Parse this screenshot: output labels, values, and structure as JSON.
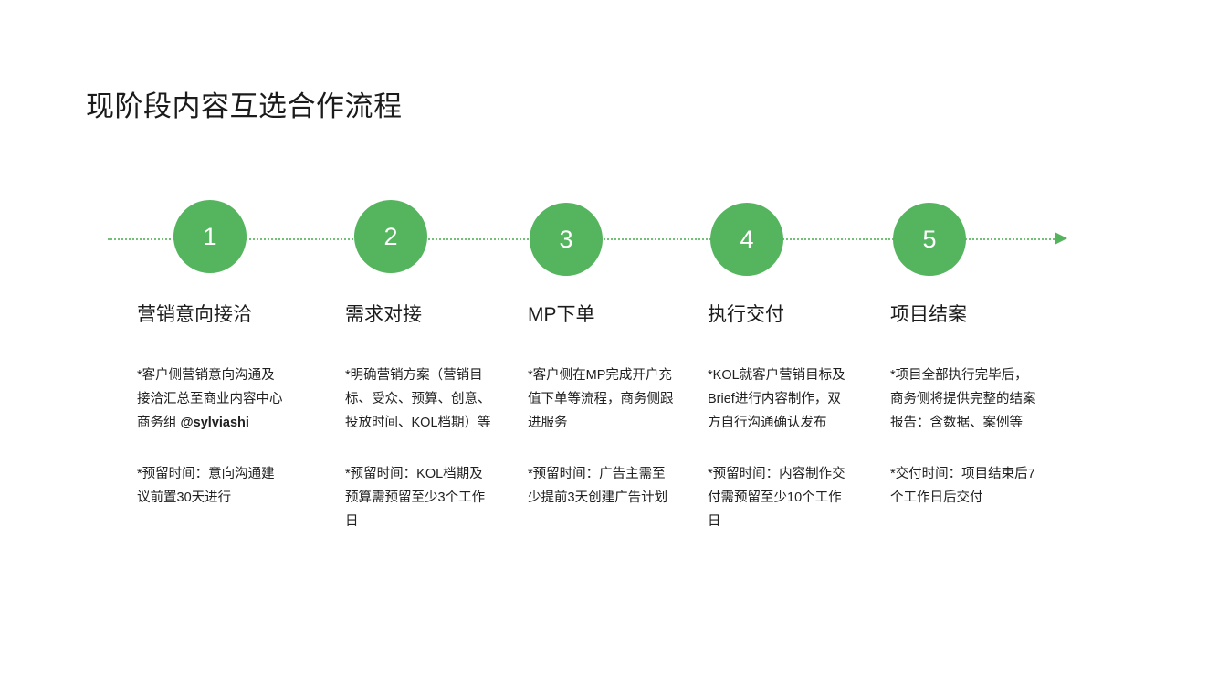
{
  "slide": {
    "title": "现阶段内容互选合作流程",
    "accent_color": "#55b45e",
    "text_color": "#1b1b1b",
    "background_color": "#ffffff",
    "connector": {
      "style": "dotted",
      "color": "#6bbd6e",
      "arrow_direction": "right"
    }
  },
  "steps": [
    {
      "number": "1",
      "heading": "营销意向接洽",
      "description": "*客户侧营销意向沟通及接洽汇总至商业内容中心商务组 ",
      "description_handle": "@sylviashi",
      "note": "*预留时间：意向沟通建议前置30天进行"
    },
    {
      "number": "2",
      "heading": "需求对接",
      "description": "*明确营销方案（营销目标、受众、预算、创意、投放时间、KOL档期）等",
      "description_handle": "",
      "note": "*预留时间：KOL档期及预算需预留至少3个工作日"
    },
    {
      "number": "3",
      "heading": "MP下单",
      "description": "*客户侧在MP完成开户充值下单等流程，商务侧跟进服务",
      "description_handle": "",
      "note": "*预留时间：广告主需至少提前3天创建广告计划"
    },
    {
      "number": "4",
      "heading": "执行交付",
      "description": "*KOL就客户营销目标及Brief进行内容制作，双方自行沟通确认发布",
      "description_handle": "",
      "note": "*预留时间：内容制作交付需预留至少10个工作日"
    },
    {
      "number": "5",
      "heading": "项目结案",
      "description": "*项目全部执行完毕后，商务侧将提供完整的结案报告：含数据、案例等",
      "description_handle": "",
      "note": "*交付时间：项目结束后7个工作日后交付"
    }
  ]
}
